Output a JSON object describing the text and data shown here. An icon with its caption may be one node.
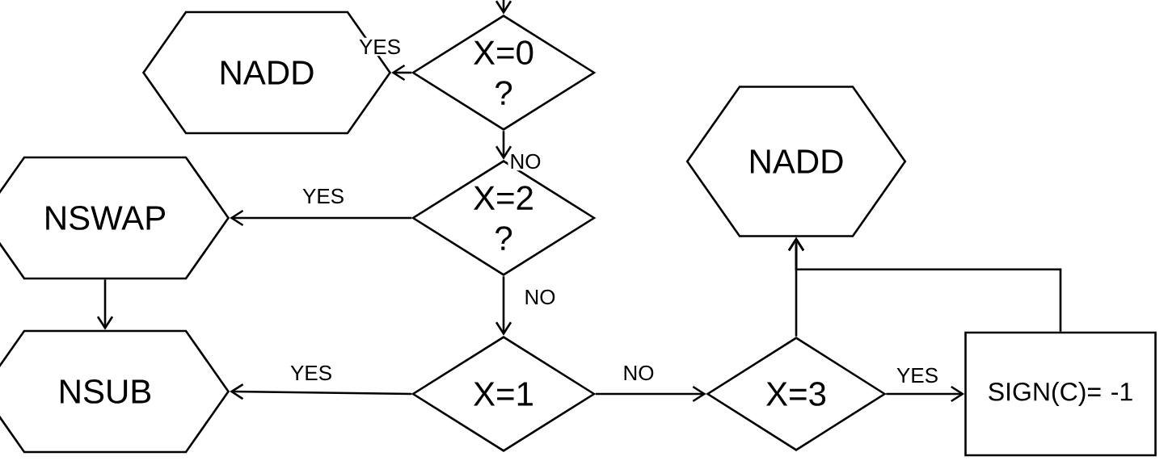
{
  "diagram": {
    "nodes": [
      {
        "text": [
          "NADD"
        ]
      },
      {
        "text": [
          "X=0 ?"
        ]
      },
      {
        "text": [
          "NSWAP"
        ]
      },
      {
        "text": [
          "X=2 ?"
        ]
      },
      {
        "text": [
          "NADD"
        ]
      },
      {
        "text": [
          "NSUB"
        ]
      },
      {
        "text": [
          "X=1"
        ]
      },
      {
        "text": [
          "X=3"
        ]
      },
      {
        "text": [
          "SIGN(C)= -1"
        ]
      }
    ],
    "edges": [
      {
        "from": null,
        "to": 1,
        "arrow": "to"
      },
      {
        "from": 1,
        "to": 0,
        "arrow": "to",
        "label": "YES"
      },
      {
        "from": 1,
        "to": 3,
        "arrow": "to",
        "label": "NO"
      },
      {
        "from": 3,
        "to": 2,
        "arrow": "to",
        "label": "YES"
      },
      {
        "from": 2,
        "to": 5,
        "arrow": "to"
      },
      {
        "from": 3,
        "to": 6,
        "arrow": "to",
        "label": "NO"
      },
      {
        "from": 6,
        "to": 5,
        "arrow": "to",
        "label": "YES"
      },
      {
        "from": 6,
        "to": 7,
        "arrow": "to",
        "label": "NO"
      },
      {
        "from": 7,
        "to": 8,
        "arrow": "to",
        "label": "YES"
      },
      {
        "from": 7,
        "to": 4,
        "arrow": "to"
      },
      {
        "from": 8,
        "to": 4,
        "arrow": "to"
      }
    ]
  }
}
